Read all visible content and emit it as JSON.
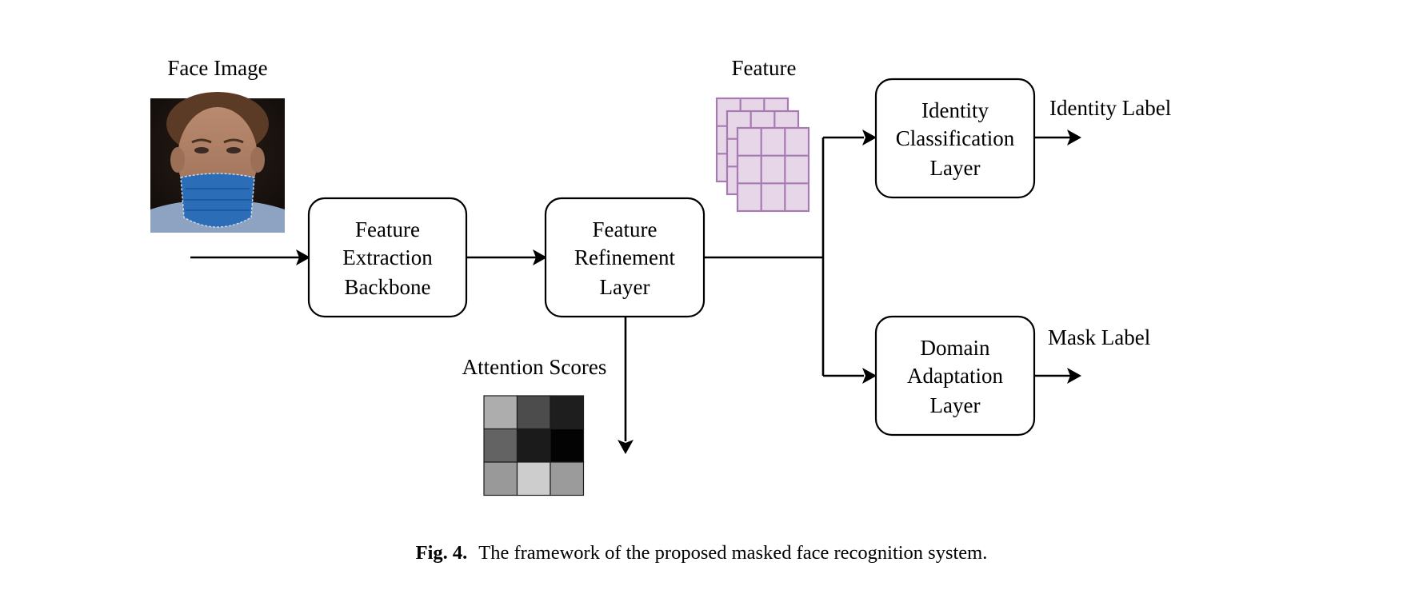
{
  "labels": {
    "face_image": "Face Image",
    "feature": "Feature",
    "attention_scores": "Attention Scores",
    "identity_label": "Identity Label",
    "mask_label": "Mask Label"
  },
  "boxes": {
    "backbone": [
      "Feature",
      "Extraction",
      "Backbone"
    ],
    "refinement": [
      "Feature",
      "Refinement",
      "Layer"
    ],
    "identity": [
      "Identity",
      "Classification",
      "Layer"
    ],
    "domain": [
      "Domain",
      "Adaptation",
      "Layer"
    ]
  },
  "attention_grid": [
    [
      "#adadad",
      "#4c4c4c",
      "#1e1e1e"
    ],
    [
      "#636363",
      "#1b1b1b",
      "#030303"
    ],
    [
      "#999999",
      "#cdcdcd",
      "#9b9b9b"
    ]
  ],
  "colors": {
    "mask": "#2c6db8",
    "feature_fill": "#e6d6e8",
    "feature_stroke": "#a67bb2"
  },
  "caption": {
    "fig": "Fig. 4.",
    "text": "The framework of the proposed masked face recognition system."
  }
}
